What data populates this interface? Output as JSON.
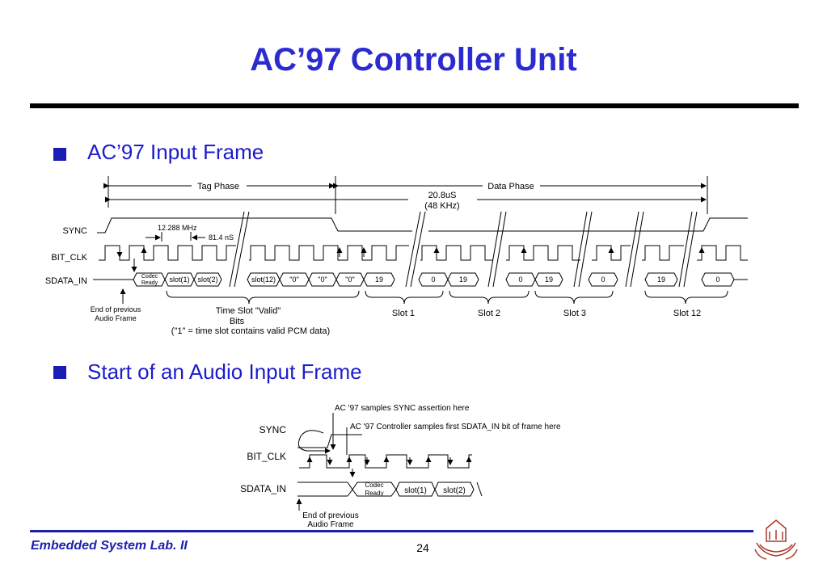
{
  "slide": {
    "title": "AC’97 Controller Unit",
    "page_number": "24",
    "footer_text": "Embedded System Lab. II"
  },
  "bullets": [
    {
      "label": "AC’97 Input Frame"
    },
    {
      "label": "Start of an Audio Input Frame"
    }
  ],
  "diagram1": {
    "tag_phase": "Tag Phase",
    "data_phase": "Data Phase",
    "period": "20.8uS",
    "frequency": "(48 KHz)",
    "clock_freq": "12.288 MHz",
    "clock_period": "81.4 nS",
    "signals": [
      "SYNC",
      "BIT_CLK",
      "SDATA_IN"
    ],
    "cells": [
      "Codec",
      "Ready",
      "slot(1)",
      "slot(2)",
      "slot(12)",
      "\"0\"",
      "\"0\"",
      "\"0\"",
      "19",
      "0",
      "19",
      "0",
      "19",
      "0",
      "19",
      "0"
    ],
    "end_note": [
      "End of previous",
      "Audio Frame"
    ],
    "valid_label": [
      "Time Slot \"Valid\"",
      "Bits",
      "(\"1\" = time slot contains valid PCM data)"
    ],
    "slot_labels": [
      "Slot 1",
      "Slot 2",
      "Slot 3",
      "Slot 12"
    ]
  },
  "diagram2": {
    "note1": "AC '97 samples SYNC assertion here",
    "note2": "AC '97 Controller samples first SDATA_IN bit of frame here",
    "signals": [
      "SYNC",
      "BIT_CLK",
      "SDATA_IN"
    ],
    "cells": [
      "Codec",
      "Ready",
      "slot(1)",
      "slot(2)"
    ],
    "end_note": [
      "End of previous",
      "Audio Frame"
    ]
  },
  "colors": {
    "title": "#2b2bd0",
    "bullet_text": "#1c1ccc",
    "footer": "#1e1eb0",
    "logo": "#a83a2a"
  }
}
